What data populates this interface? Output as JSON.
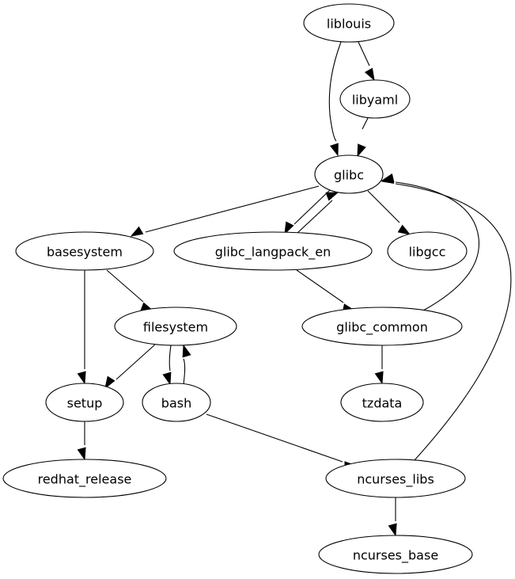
{
  "graph": {
    "type": "directed",
    "nodes": [
      {
        "id": "liblouis",
        "label": "liblouis"
      },
      {
        "id": "libyaml",
        "label": "libyaml"
      },
      {
        "id": "glibc",
        "label": "glibc"
      },
      {
        "id": "basesystem",
        "label": "basesystem"
      },
      {
        "id": "glibc_langpack_en",
        "label": "glibc_langpack_en"
      },
      {
        "id": "libgcc",
        "label": "libgcc"
      },
      {
        "id": "filesystem",
        "label": "filesystem"
      },
      {
        "id": "glibc_common",
        "label": "glibc_common"
      },
      {
        "id": "setup",
        "label": "setup"
      },
      {
        "id": "bash",
        "label": "bash"
      },
      {
        "id": "tzdata",
        "label": "tzdata"
      },
      {
        "id": "redhat_release",
        "label": "redhat_release"
      },
      {
        "id": "ncurses_libs",
        "label": "ncurses_libs"
      },
      {
        "id": "ncurses_base",
        "label": "ncurses_base"
      }
    ],
    "edges": [
      {
        "from": "liblouis",
        "to": "libyaml"
      },
      {
        "from": "liblouis",
        "to": "glibc"
      },
      {
        "from": "libyaml",
        "to": "glibc"
      },
      {
        "from": "glibc",
        "to": "basesystem"
      },
      {
        "from": "glibc",
        "to": "glibc_langpack_en"
      },
      {
        "from": "glibc_langpack_en",
        "to": "glibc"
      },
      {
        "from": "glibc",
        "to": "libgcc"
      },
      {
        "from": "glibc_common",
        "to": "glibc"
      },
      {
        "from": "ncurses_libs",
        "to": "glibc"
      },
      {
        "from": "basesystem",
        "to": "filesystem"
      },
      {
        "from": "basesystem",
        "to": "setup"
      },
      {
        "from": "glibc_langpack_en",
        "to": "glibc_common"
      },
      {
        "from": "filesystem",
        "to": "setup"
      },
      {
        "from": "filesystem",
        "to": "bash"
      },
      {
        "from": "bash",
        "to": "filesystem"
      },
      {
        "from": "glibc_common",
        "to": "tzdata"
      },
      {
        "from": "setup",
        "to": "redhat_release"
      },
      {
        "from": "bash",
        "to": "ncurses_libs"
      },
      {
        "from": "ncurses_libs",
        "to": "ncurses_base"
      }
    ]
  }
}
